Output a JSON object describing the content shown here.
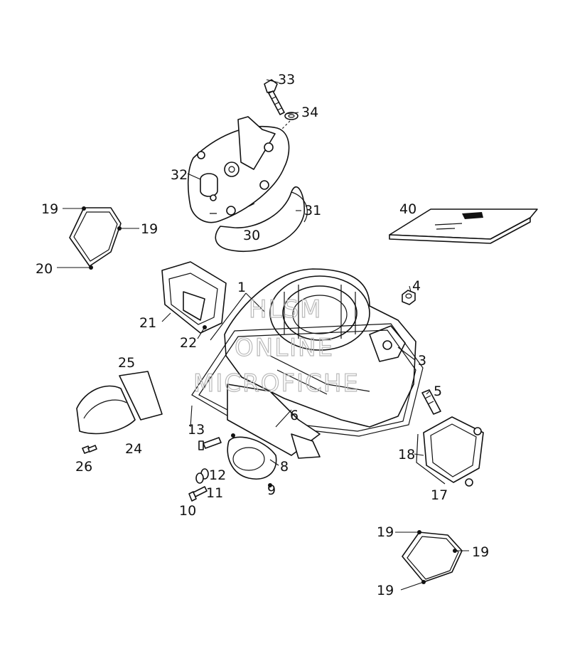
{
  "watermark": {
    "line1": "HLSM",
    "line2": "ONLINE",
    "line3": "MICROFICHE"
  },
  "labels": {
    "l1": "1",
    "l3": "3",
    "l4": "4",
    "l5": "5",
    "l6": "6",
    "l8": "8",
    "l9": "9",
    "l10": "10",
    "l11": "11",
    "l12": "12",
    "l13": "13",
    "l17": "17",
    "l18": "18",
    "l19a": "19",
    "l19b": "19",
    "l19c": "19",
    "l19d": "19",
    "l19e": "19",
    "l20": "20",
    "l21": "21",
    "l22": "22",
    "l24": "24",
    "l25": "25",
    "l26": "26",
    "l30": "30",
    "l31": "31",
    "l32": "32",
    "l33": "33",
    "l34": "34",
    "l40": "40"
  }
}
